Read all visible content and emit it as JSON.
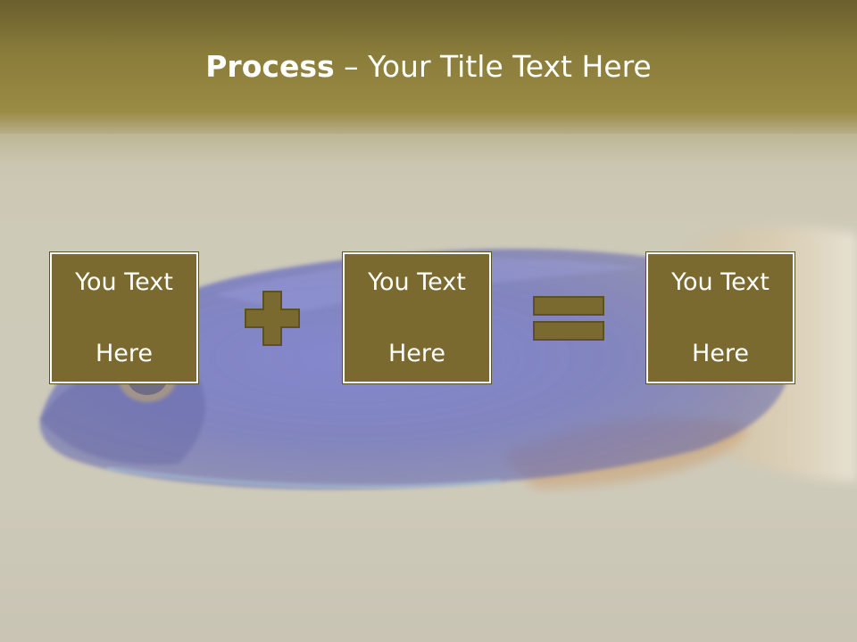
{
  "slide": {
    "title_bold": "Process",
    "title_rest": " – Your Title Text Here",
    "boxes": [
      {
        "line1": "You Text",
        "line2": "Here"
      },
      {
        "line1": "You Text",
        "line2": "Here"
      },
      {
        "line1": "You Text",
        "line2": "Here"
      }
    ],
    "operators": [
      "plus",
      "equals"
    ]
  },
  "colors": {
    "header": "#8a7c3a",
    "background": "#cdc9ba",
    "box_fill": "#7a6a2f",
    "box_border": "#ffffff",
    "operator_fill": "#7a6a2f",
    "text": "#ffffff"
  }
}
